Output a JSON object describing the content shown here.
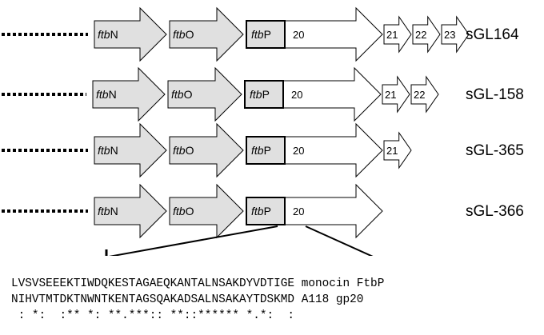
{
  "rows": [
    {
      "strain": "sGL164",
      "genes": [
        {
          "label": "ftbN",
          "italic": "ftb",
          "suffix": "N"
        },
        {
          "label": "ftbO",
          "italic": "ftb",
          "suffix": "O"
        },
        {
          "label": "ftbP",
          "italic": "ftb",
          "suffix": "P"
        },
        {
          "label": "20"
        },
        {
          "label": "21"
        },
        {
          "label": "22"
        },
        {
          "label": "23"
        }
      ]
    },
    {
      "strain": "sGL-158",
      "genes": [
        {
          "label": "ftbN",
          "italic": "ftb",
          "suffix": "N"
        },
        {
          "label": "ftbO",
          "italic": "ftb",
          "suffix": "O"
        },
        {
          "label": "ftbP",
          "italic": "ftb",
          "suffix": "P"
        },
        {
          "label": "20"
        },
        {
          "label": "21"
        },
        {
          "label": "22"
        }
      ]
    },
    {
      "strain": "sGL-365",
      "genes": [
        {
          "label": "ftbN",
          "italic": "ftb",
          "suffix": "N"
        },
        {
          "label": "ftbO",
          "italic": "ftb",
          "suffix": "O"
        },
        {
          "label": "ftbP",
          "italic": "ftb",
          "suffix": "P"
        },
        {
          "label": "20"
        },
        {
          "label": "21"
        }
      ]
    },
    {
      "strain": "sGL-366",
      "genes": [
        {
          "label": "ftbN",
          "italic": "ftb",
          "suffix": "N"
        },
        {
          "label": "ftbO",
          "italic": "ftb",
          "suffix": "O"
        },
        {
          "label": "ftbP",
          "italic": "ftb",
          "suffix": "P"
        },
        {
          "label": "20"
        }
      ]
    }
  ],
  "alignment": {
    "line1": "LVSVSEEEKTIWDQKESTAGAEQKANTALNSAKDYVDTIGE monocin FtbP",
    "line2": "NIHVTMTDKTNWNTKENTAGSQAKADSALNSAKAYTDSKMD A118 gp20",
    "line3": " : *:  :** *: **.***:: **::****** *.*:  :"
  },
  "colors": {
    "gene_fill_grey": "#e0e0e0",
    "gene_fill_white": "#ffffff",
    "stroke": "#000000"
  }
}
